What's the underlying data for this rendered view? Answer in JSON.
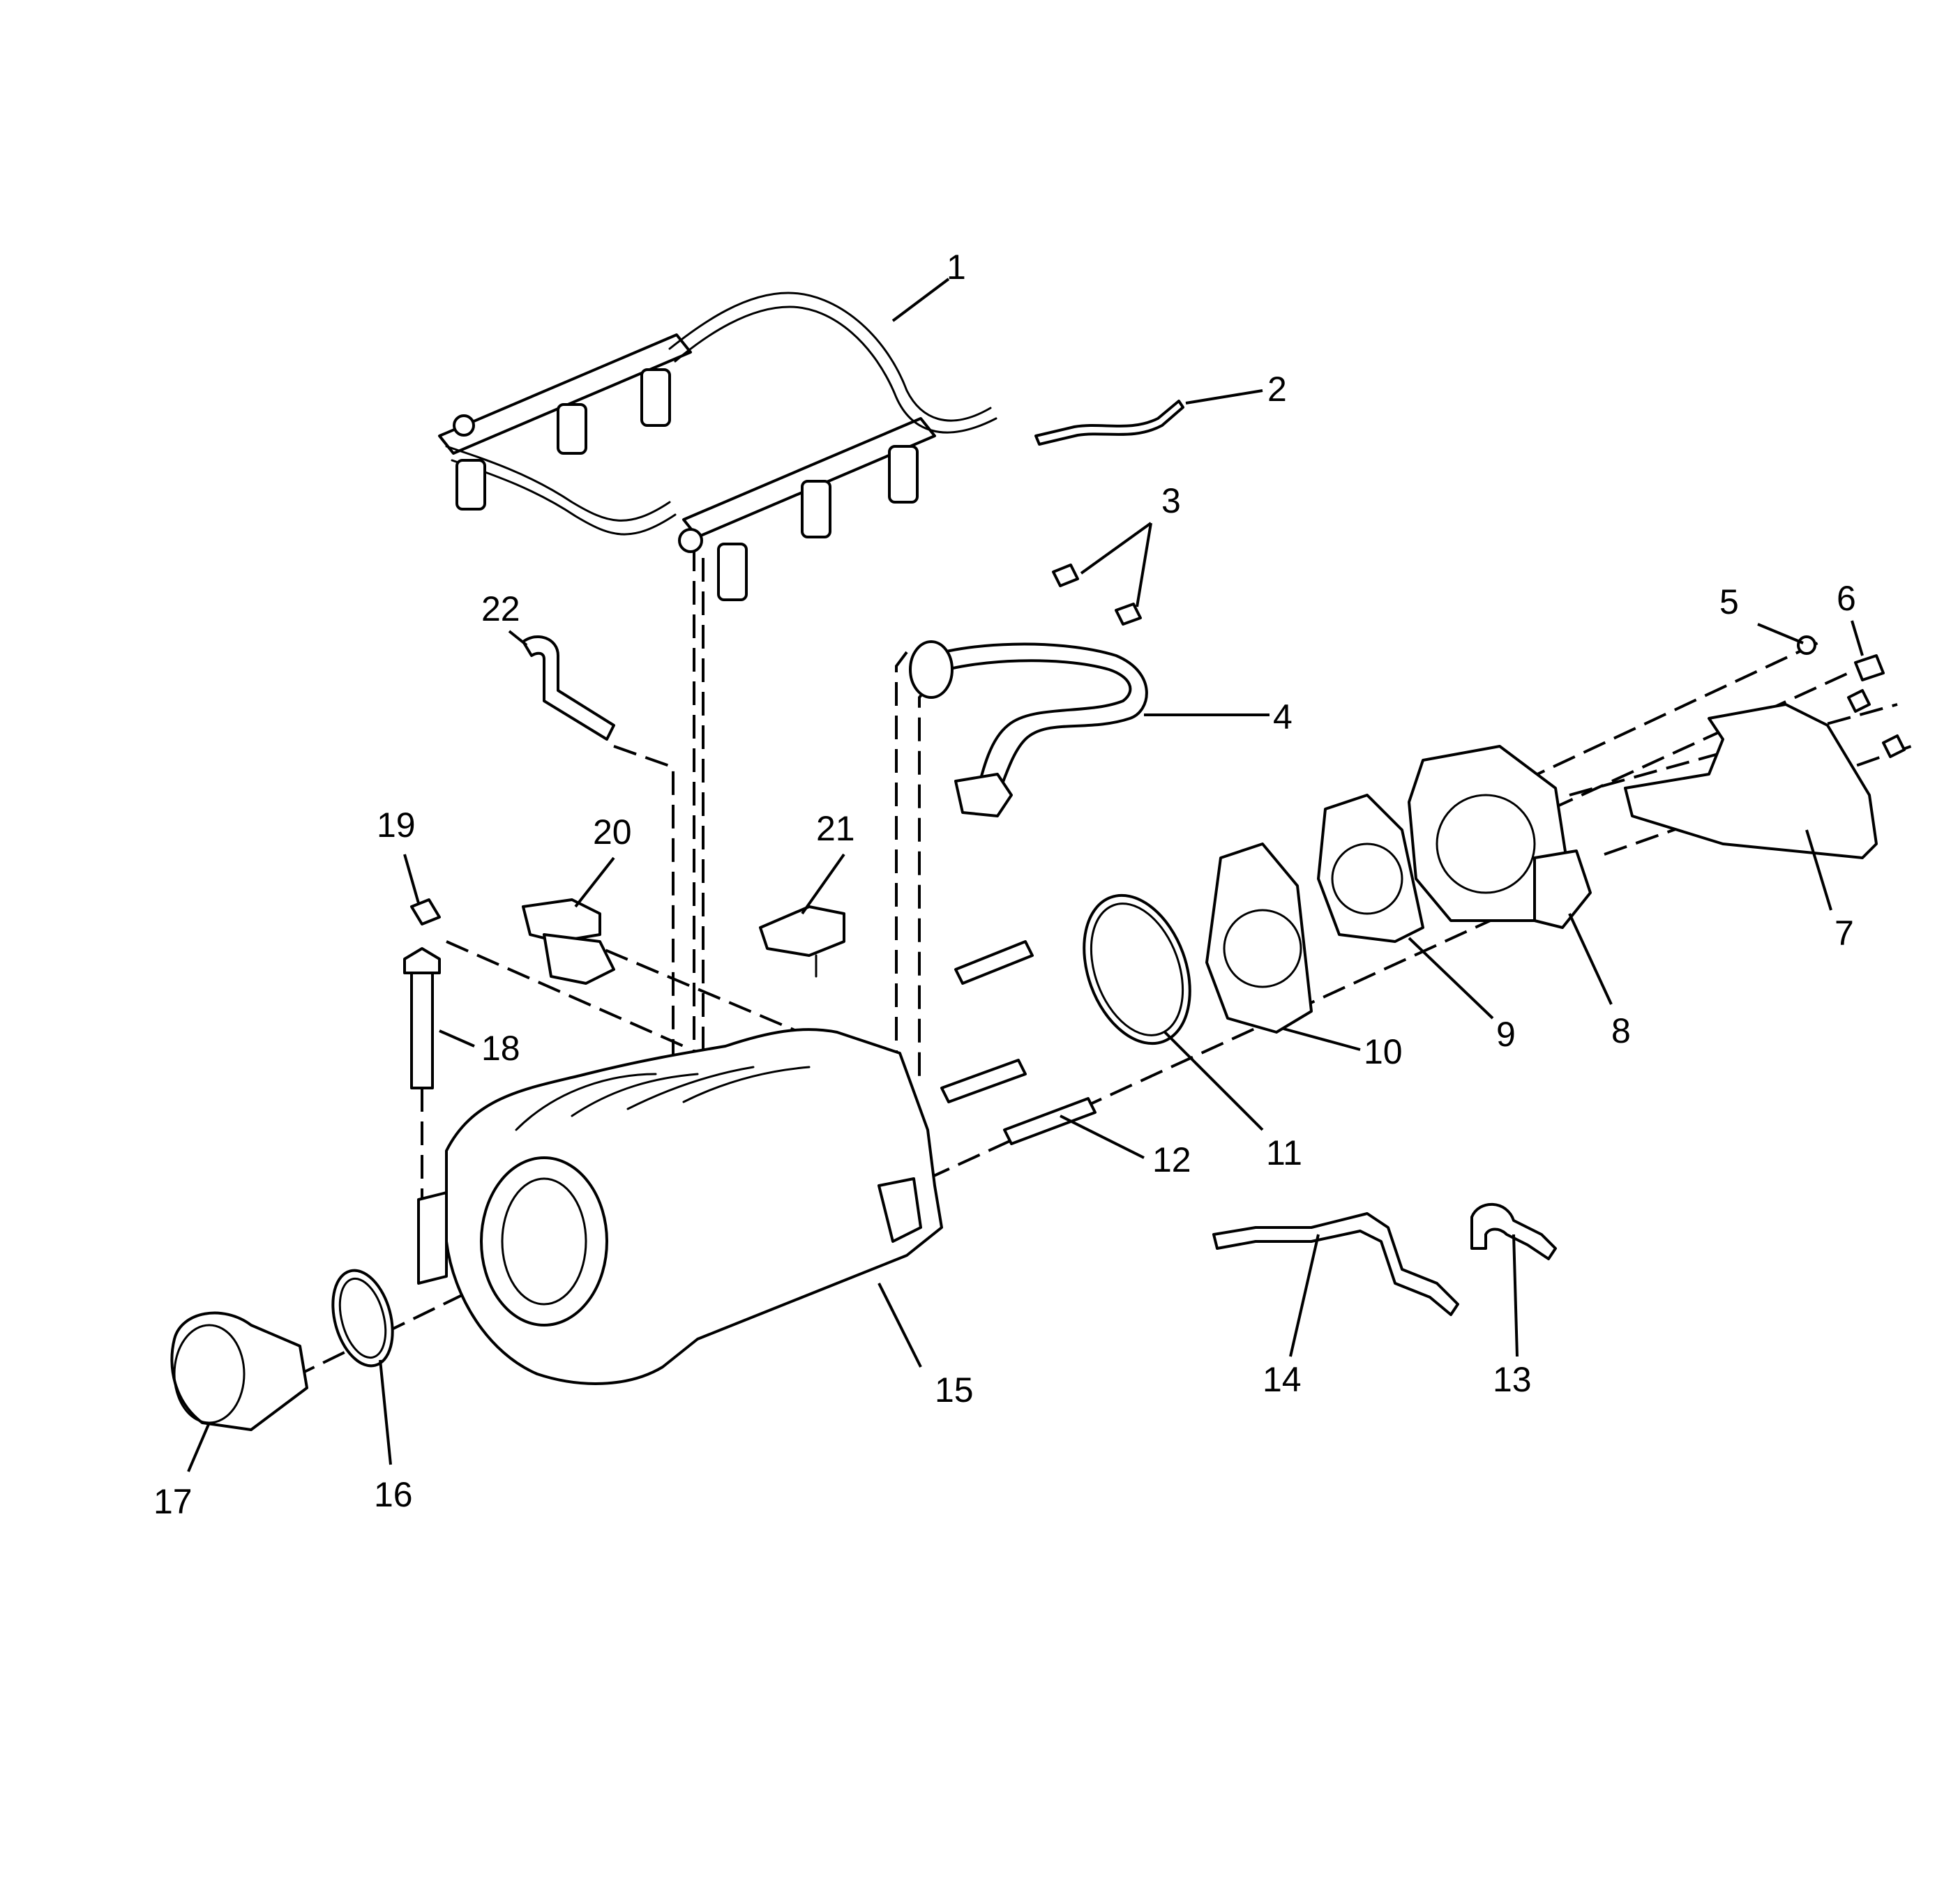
{
  "diagram": {
    "type": "exploded-parts-view",
    "colors": {
      "line": "#000000",
      "background": "#ffffff"
    },
    "callouts": [
      "1",
      "2",
      "3",
      "4",
      "5",
      "6",
      "7",
      "8",
      "9",
      "10",
      "11",
      "12",
      "13",
      "14",
      "15",
      "16",
      "17",
      "18",
      "19",
      "20",
      "21",
      "22"
    ]
  }
}
